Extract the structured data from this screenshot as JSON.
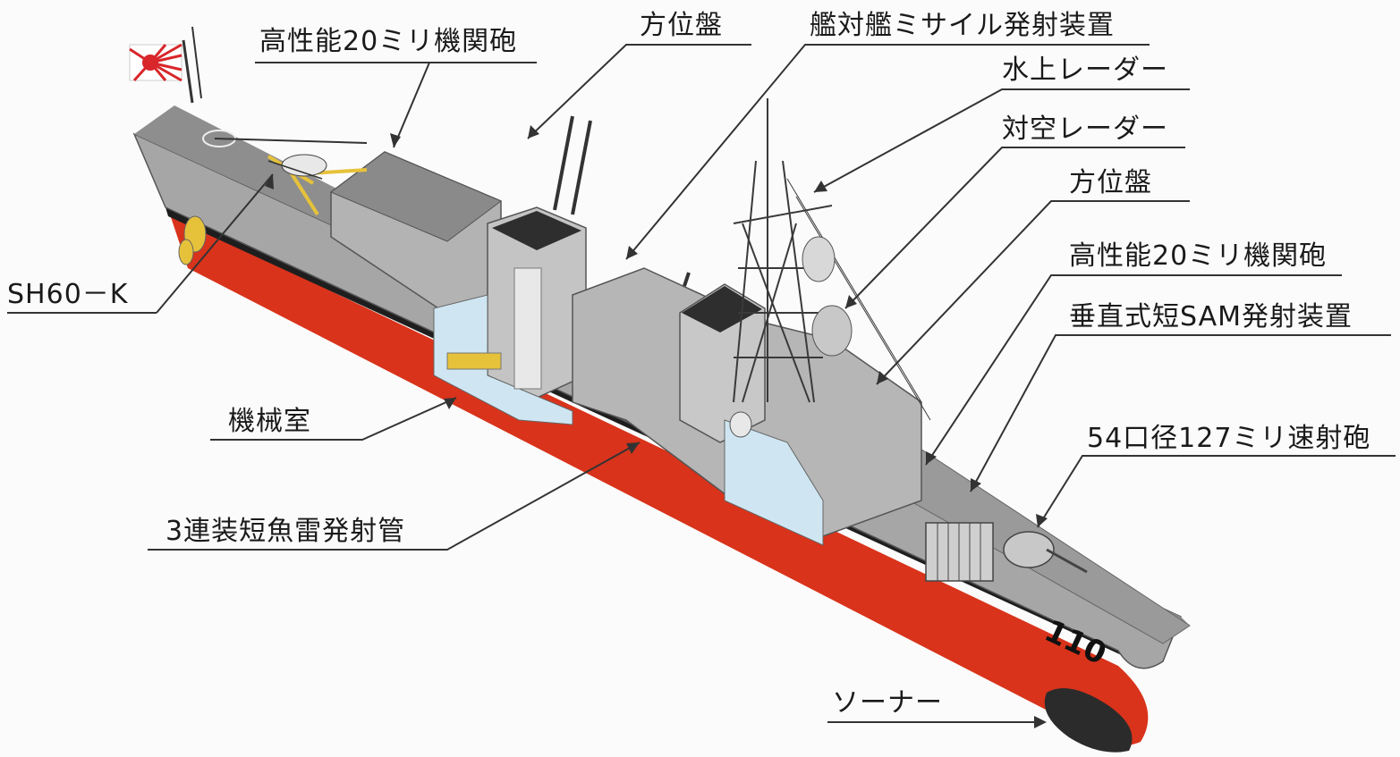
{
  "hull_number": "110",
  "colors": {
    "hull_grey": "#a6a6a6",
    "deck_grey": "#8e8e8e",
    "antifouling_red": "#d9331b",
    "leader_line": "#333333",
    "cutaway_blue": "#cfe6f2",
    "flag_red": "#d8262a"
  },
  "labels": {
    "ciws_aft": "高性能20ミリ機関砲",
    "direction_director_aft": "方位盤",
    "ssm_launcher": "艦対艦ミサイル発射装置",
    "surface_radar": "水上レーダー",
    "air_radar": "対空レーダー",
    "direction_director_fwd": "方位盤",
    "ciws_fwd": "高性能20ミリ機関砲",
    "vls_sam": "垂直式短SAM発射装置",
    "main_gun": "54口径127ミリ速射砲",
    "helicopter": "SH60－K",
    "machinery_room": "機械室",
    "torpedo_tubes": "3連装短魚雷発射管",
    "sonar": "ソーナー"
  }
}
